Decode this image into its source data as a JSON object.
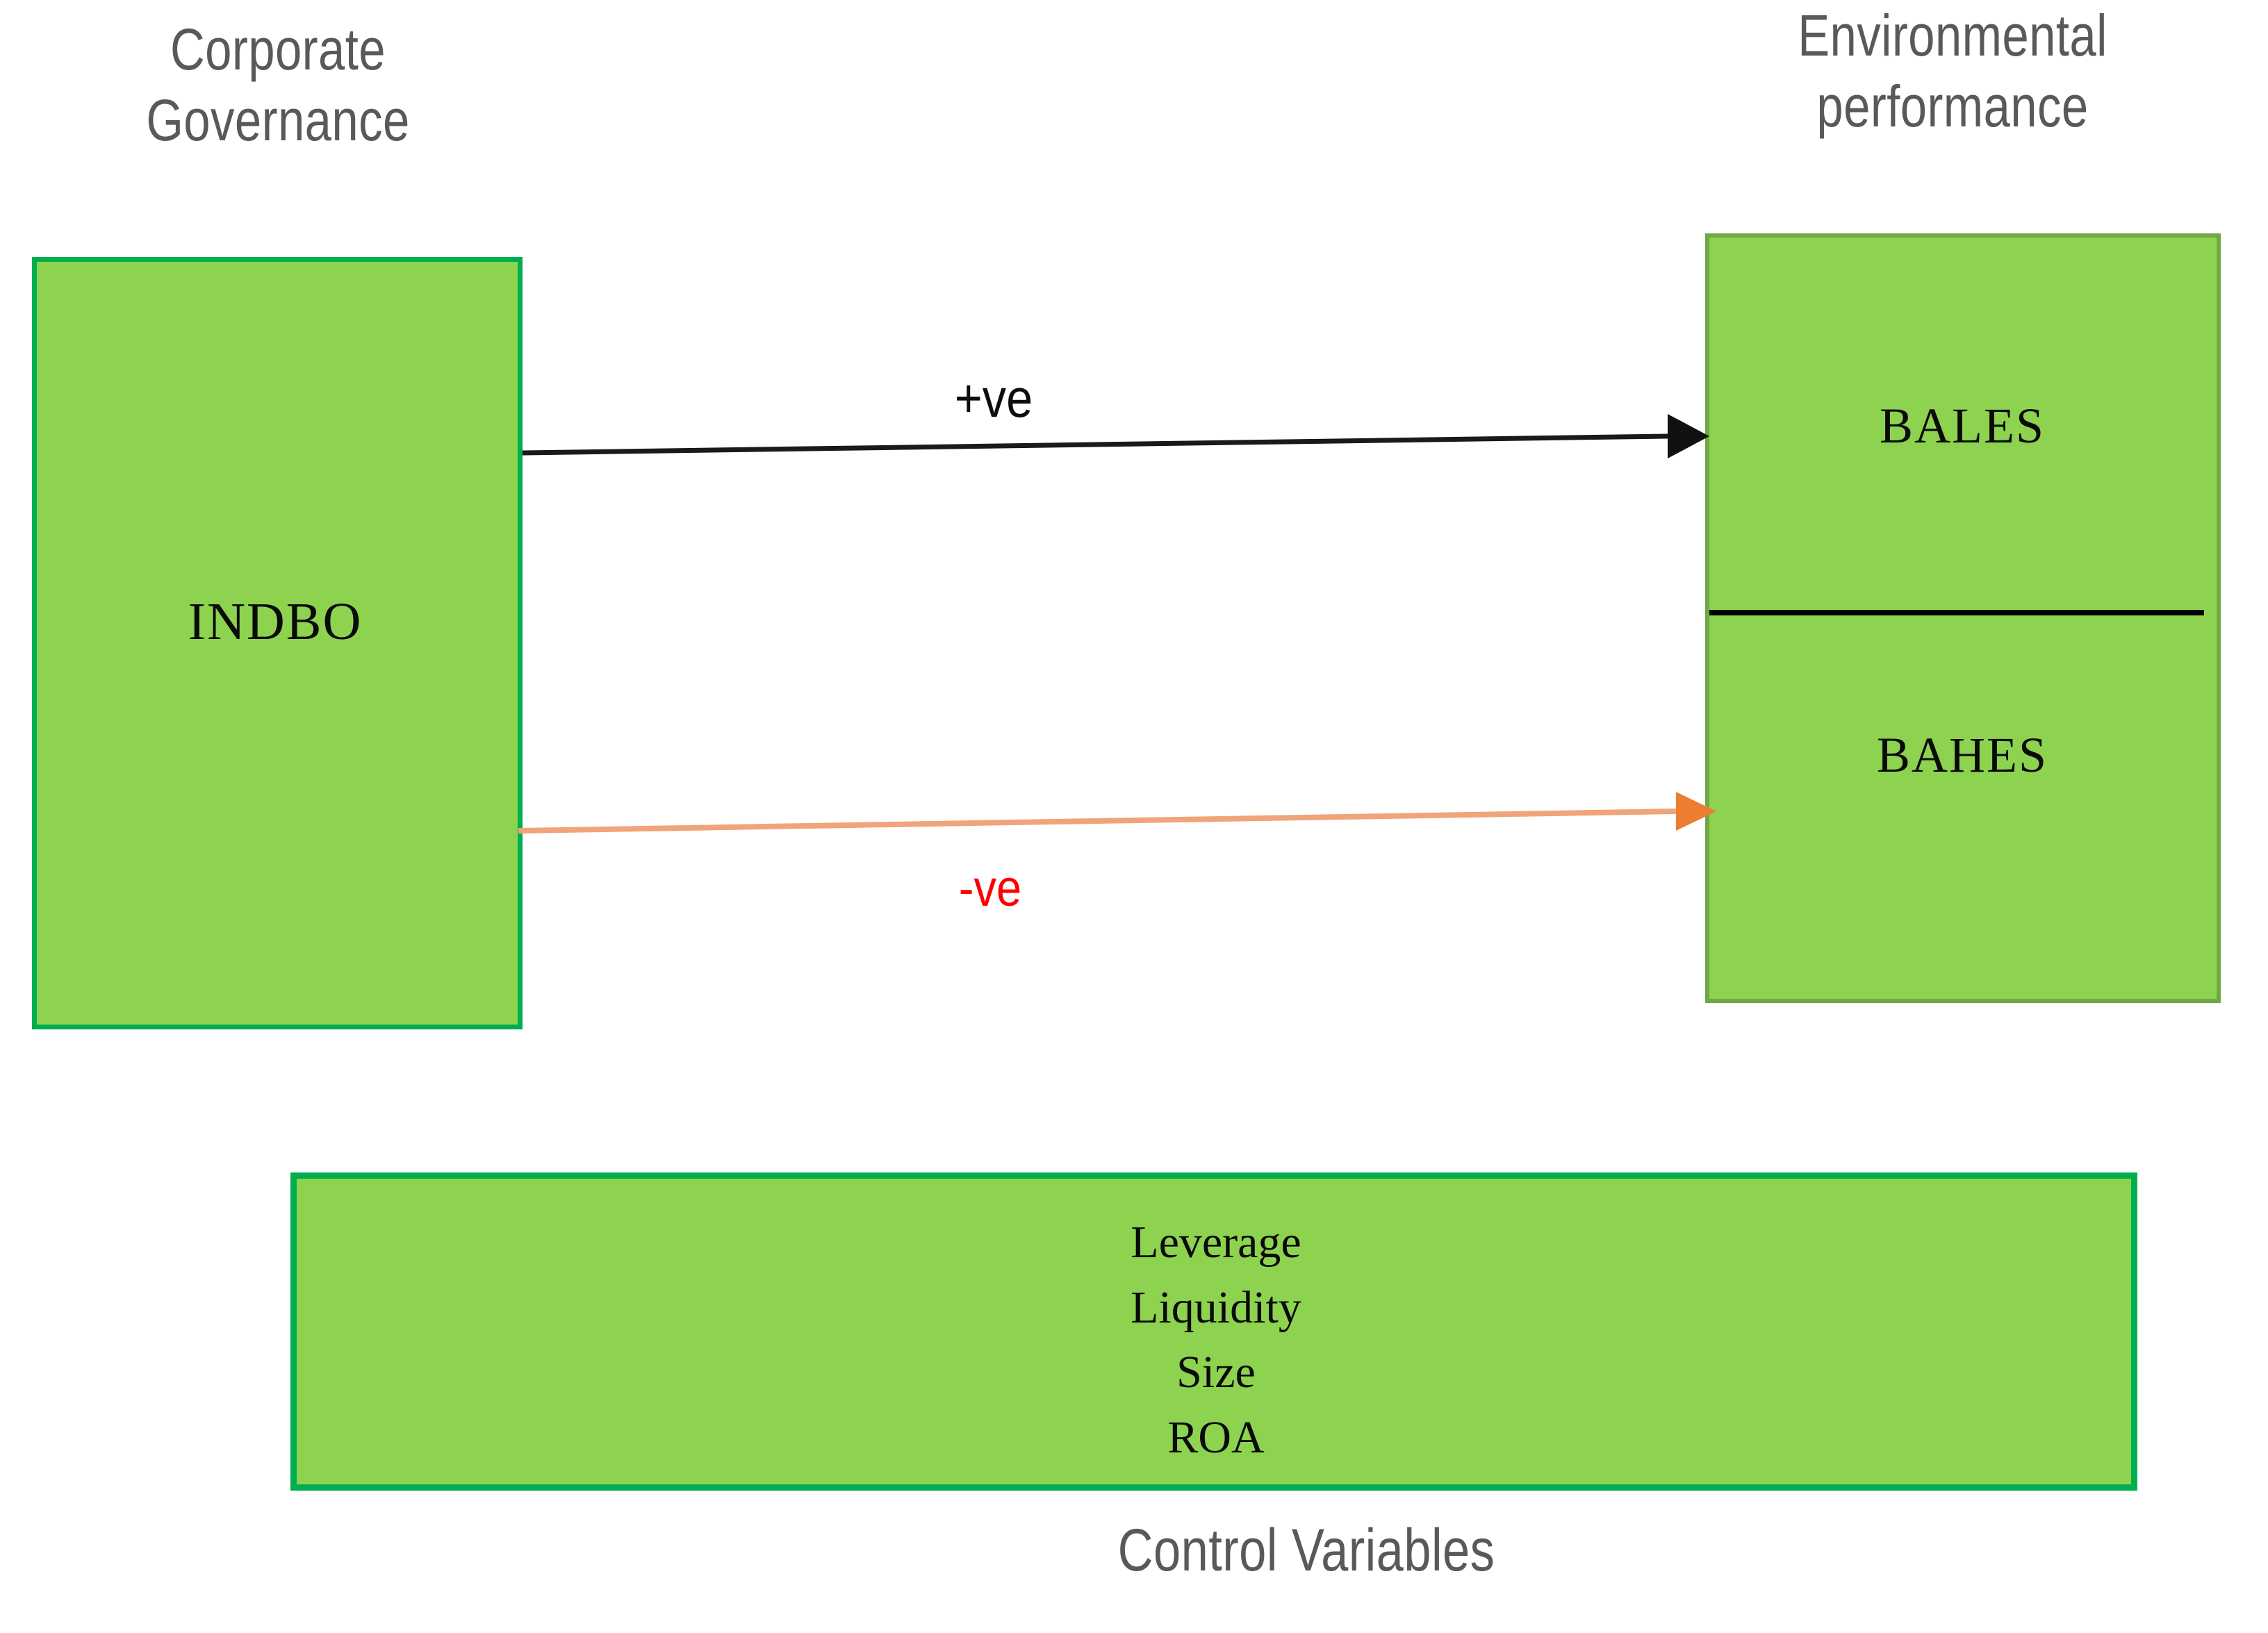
{
  "diagram": {
    "headings": {
      "left": "Corporate\nGovernance",
      "right": "Environmental\nperformance",
      "bottom_caption": "Control Variables"
    },
    "nodes": {
      "independent_variable": "INDBO",
      "dependent_top": "BALES",
      "dependent_bottom": "BAHES"
    },
    "control_variables": [
      "Leverage",
      "Liquidity",
      "Size",
      "ROA"
    ],
    "relationships": [
      {
        "label": "+ve",
        "from": "INDBO",
        "to": "BALES",
        "color": "#0d0d0d"
      },
      {
        "label": "-ve",
        "from": "INDBO",
        "to": "BAHES",
        "color": "#FF0000"
      }
    ],
    "colors": {
      "box_fill": "#8DD34F",
      "box_border_strong": "#00AE50",
      "box_border_muted": "#6FA847",
      "heading_text": "#595959",
      "positive_arrow": "#0d0d0d",
      "negative_arrow": "#ED7D31",
      "negative_label": "#FF0000",
      "divider": "#000000"
    }
  }
}
